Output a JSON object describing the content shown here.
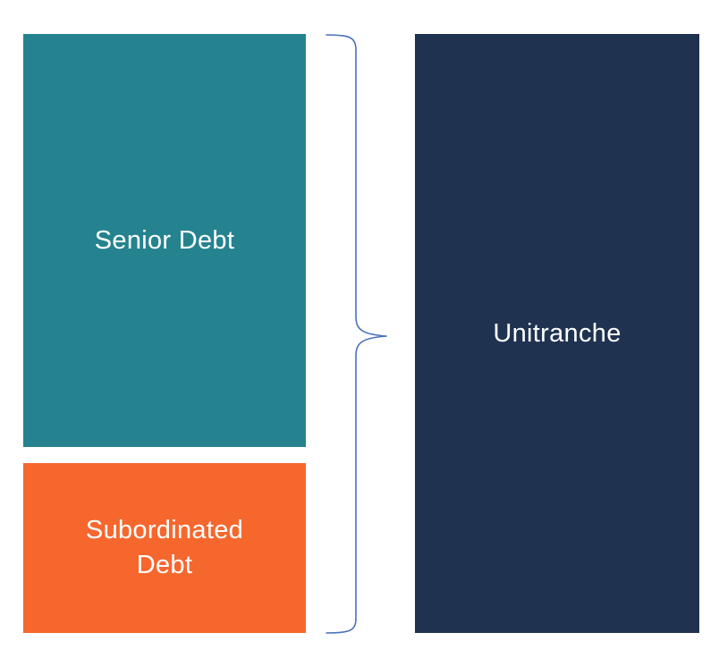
{
  "blocks": {
    "senior_debt": {
      "label": "Senior Debt",
      "color": "#25838F"
    },
    "subordinated_debt": {
      "label": "Subordinated\nDebt",
      "color": "#F6672E"
    },
    "unitranche": {
      "label": "Unitranche",
      "color": "#1F3250"
    }
  },
  "brace": {
    "color": "#4A72B8"
  }
}
